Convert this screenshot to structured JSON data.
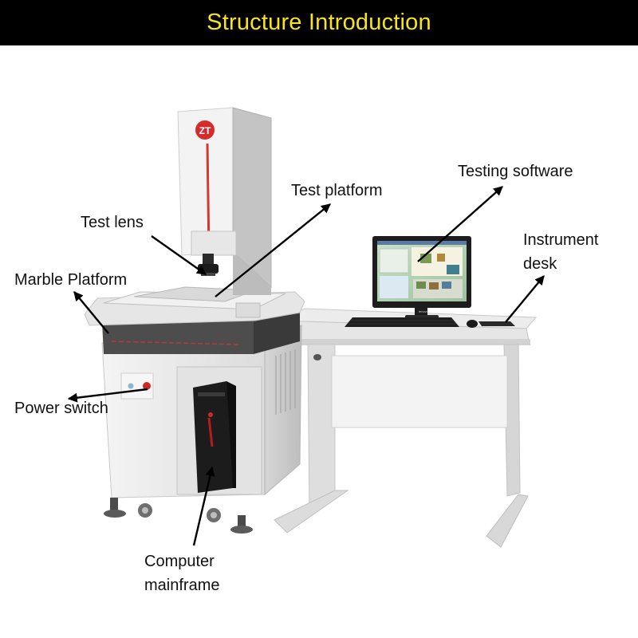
{
  "header": {
    "title": "Structure Introduction",
    "background_color": "#000000",
    "title_color": "#f7e41a"
  },
  "logo": {
    "mark": "ZT",
    "brand_color": "#d62b2b"
  },
  "labels": {
    "test_lens": "Test lens",
    "test_platform": "Test platform",
    "marble_platform": "Marble Platform",
    "power_switch": "Power switch",
    "computer_mainframe_line1": "Computer",
    "computer_mainframe_line2": "mainframe",
    "testing_software": "Testing software",
    "instrument_desk_line1": "Instrument",
    "instrument_desk_line2": "desk"
  },
  "keyboard_brand": "lenovo",
  "label_color": "#111111",
  "arrow_color": "#000000"
}
